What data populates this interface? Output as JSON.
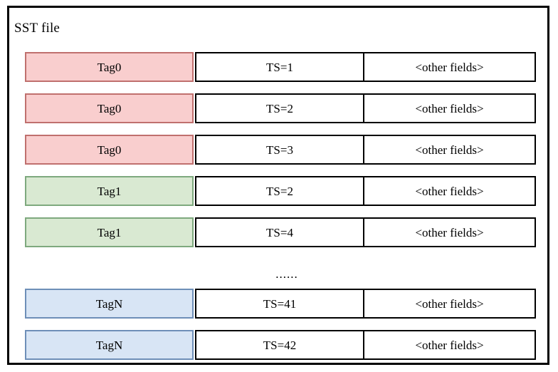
{
  "figure": {
    "container_label": "SST file",
    "separator": "......",
    "colors": {
      "pink_fill": "#f9cece",
      "pink_border": "#c0706e",
      "green_fill": "#d9e9d2",
      "green_border": "#7ea97e",
      "blue_fill": "#d8e5f5",
      "blue_border": "#6e8fb8",
      "cell_border": "#000000",
      "background": "#ffffff"
    },
    "columns": [
      "tag",
      "timestamp",
      "other"
    ],
    "rows": [
      {
        "tag": "Tag0",
        "timestamp": "TS=1",
        "other": "<other fields>",
        "color": "pink"
      },
      {
        "tag": "Tag0",
        "timestamp": "TS=2",
        "other": "<other fields>",
        "color": "pink"
      },
      {
        "tag": "Tag0",
        "timestamp": "TS=3",
        "other": "<other fields>",
        "color": "pink"
      },
      {
        "tag": "Tag1",
        "timestamp": "TS=2",
        "other": "<other fields>",
        "color": "green"
      },
      {
        "tag": "Tag1",
        "timestamp": "TS=4",
        "other": "<other fields>",
        "color": "green"
      },
      {
        "tag": "TagN",
        "timestamp": "TS=41",
        "other": "<other fields>",
        "color": "blue"
      },
      {
        "tag": "TagN",
        "timestamp": "TS=42",
        "other": "<other fields>",
        "color": "blue"
      }
    ],
    "separator_after_row_index": 4
  }
}
